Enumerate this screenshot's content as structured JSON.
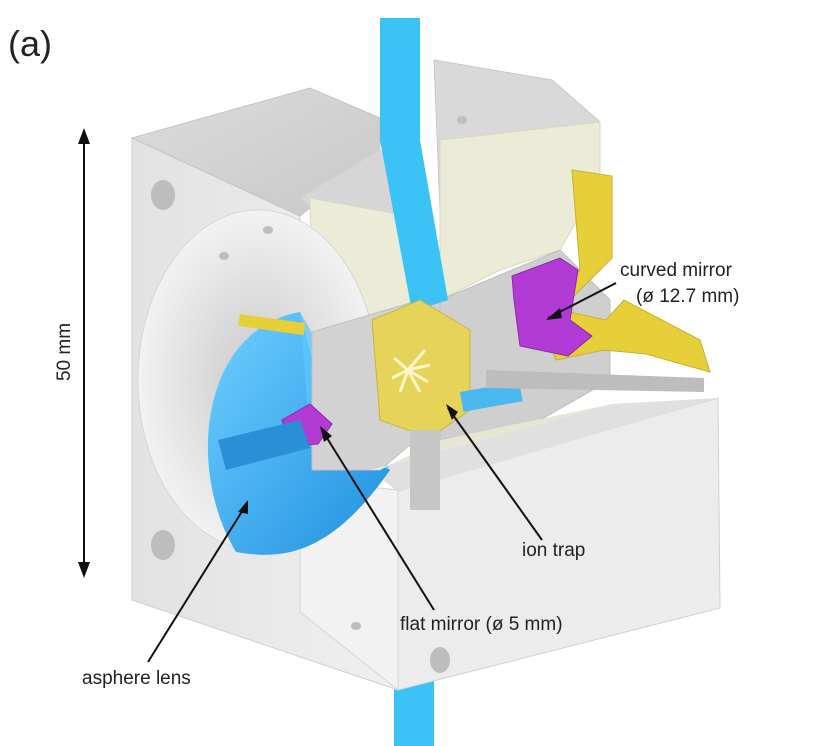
{
  "panel_label": "(a)",
  "dimension": {
    "label": "50 mm"
  },
  "labels": {
    "curved_mirror_line1": "curved mirror",
    "curved_mirror_line2": "(ø 12.7 mm)",
    "ion_trap": "ion trap",
    "flat_mirror": "flat mirror (ø 5 mm)",
    "asphere_lens": "asphere lens"
  },
  "colors": {
    "housing": "#e9e9e9",
    "cut_face": "#ececd6",
    "fiber": "#3cc3f5",
    "lens": "#2aa7f0",
    "curved_mirror_mount": "#e7cf3a",
    "mirror": "#b23bd6",
    "trap": "#e6d35a"
  }
}
